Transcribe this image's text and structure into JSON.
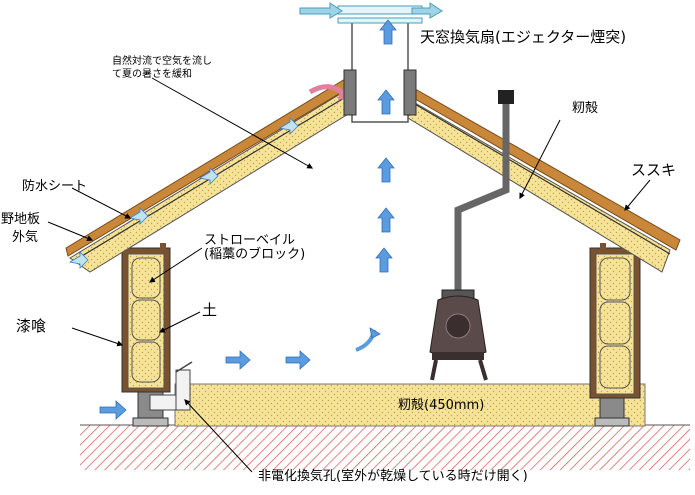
{
  "labels": {
    "chimney": "天窓換気扇(エジェクター煙突)",
    "natural_flow": "自然対流で空気を流し\nて夏の暑さを緩和",
    "husk_roof": "籾殻",
    "susuki": "ススキ",
    "waterproof": "防水シート",
    "sheathing": "野地板",
    "outside_air": "外気",
    "straw_bale": "ストローベイル\n(稲藁のブロック)",
    "plaster": "漆喰",
    "soil": "土",
    "husk_floor": "籾殻(450mm)",
    "vent_hole": "非電化換気孔(室外が乾燥している時だけ開く)"
  },
  "colors": {
    "husk_fill": "#f6e39a",
    "husk_dot": "#c7a43a",
    "roof_tile": "#c9873a",
    "airflow_arrow": "#3f7fd0",
    "warm_arrow": "#e07fa0",
    "ground_hatch": "#d9534f",
    "outline": "#333333"
  }
}
